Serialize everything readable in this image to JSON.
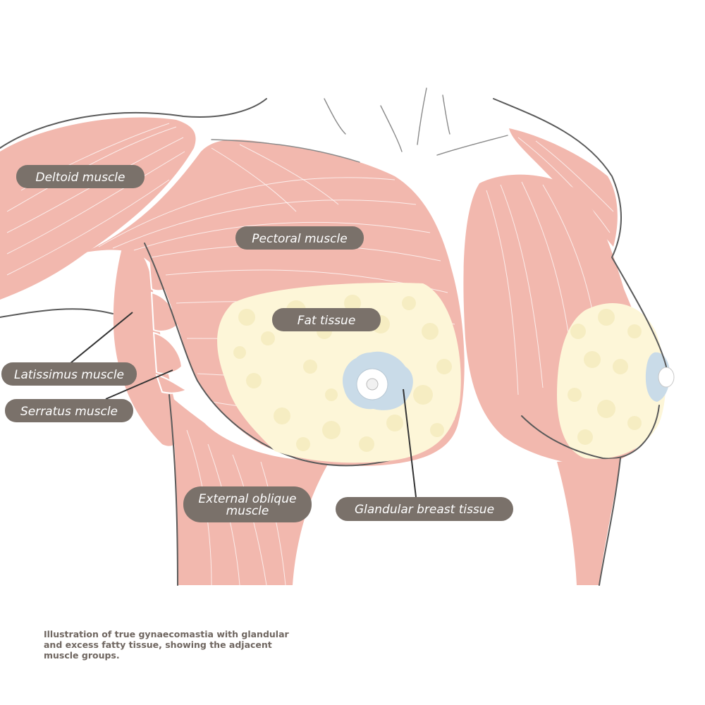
{
  "colors": {
    "muscle": "#f2b8ae",
    "muscle_dark": "#eaa79c",
    "fat": "#fdf6d8",
    "fat_blob": "#f6edc2",
    "gland": "#c9dbe8",
    "label_bg": "#7a716a",
    "label_text": "#ffffff",
    "caption": "#6f6660"
  },
  "labels": {
    "deltoid": "Deltoid muscle",
    "pectoral": "Pectoral muscle",
    "fat": "Fat tissue",
    "latissimus": "Latissimus muscle",
    "serratus": "Serratus muscle",
    "oblique_line1": "External oblique",
    "oblique_line2": "muscle",
    "glandular": "Glandular breast tissue"
  },
  "caption": "Illustration of true gynaecomastia with glandular and excess fatty tissue, showing the adjacent muscle groups."
}
